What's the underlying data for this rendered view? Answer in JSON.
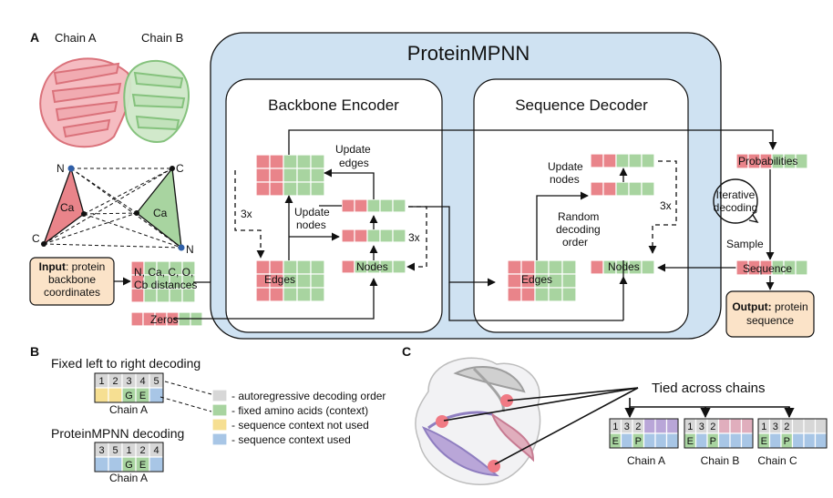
{
  "panels": {
    "a": "A",
    "b": "B",
    "c": "C"
  },
  "chains": {
    "a": "Chain A",
    "b": "Chain B",
    "c": "Chain C"
  },
  "atoms": {
    "n": "N",
    "c": "C",
    "ca": "Ca"
  },
  "input_box": {
    "bold": "Input",
    "rest": ": protein",
    "line2": "backbone",
    "line3": "coordinates"
  },
  "distances": {
    "line1": "N, Ca, C, O,",
    "line2": "Cb distances"
  },
  "zeros": "Zeros",
  "model_title": "ProteinMPNN",
  "encoder": {
    "title": "Backbone Encoder",
    "edges": "Edges",
    "nodes": "Nodes",
    "update_edges": [
      "Update",
      "edges"
    ],
    "update_nodes": [
      "Update",
      "nodes"
    ],
    "repeat": "3x"
  },
  "decoder": {
    "title": "Sequence Decoder",
    "edges": "Edges",
    "nodes": "Nodes",
    "update_nodes": [
      "Update",
      "nodes"
    ],
    "random_order": [
      "Random",
      "decoding",
      "order"
    ],
    "repeat": "3x"
  },
  "probabilities": "Probabilities",
  "iterative": [
    "Iterative",
    "decoding"
  ],
  "sample": "Sample",
  "sequence": "Sequence",
  "output_box": {
    "bold": "Output:",
    "rest": " protein",
    "line2": "sequence"
  },
  "panel_b": {
    "fixed_title": "Fixed left to right decoding",
    "fixed_order": [
      "1",
      "2",
      "3",
      "4",
      "5"
    ],
    "fixed_letters": [
      "",
      "",
      "G",
      "E",
      ""
    ],
    "mpnn_title": "ProteinMPNN decoding",
    "mpnn_order": [
      "3",
      "5",
      "1",
      "2",
      "4"
    ],
    "mpnn_letters": [
      "",
      "",
      "G",
      "E",
      ""
    ],
    "legend": [
      "- autoregressive decoding order",
      "- fixed amino acids (context)",
      "- sequence context not used",
      "- sequence context used"
    ]
  },
  "panel_c": {
    "tied": "Tied across chains",
    "order": [
      "1",
      "3",
      "2"
    ],
    "letters": [
      "E",
      "",
      "P"
    ]
  },
  "colors": {
    "red": "#e9848a",
    "green": "#a8d4a0",
    "gray": "#d7d7d7",
    "yellow": "#f6df92",
    "blue": "#a8c6e6",
    "panel_bg": "#cfe2f2",
    "io_bg": "#fbe3c8",
    "purple": "#b9a6d8",
    "pink": "#e0aebd"
  }
}
